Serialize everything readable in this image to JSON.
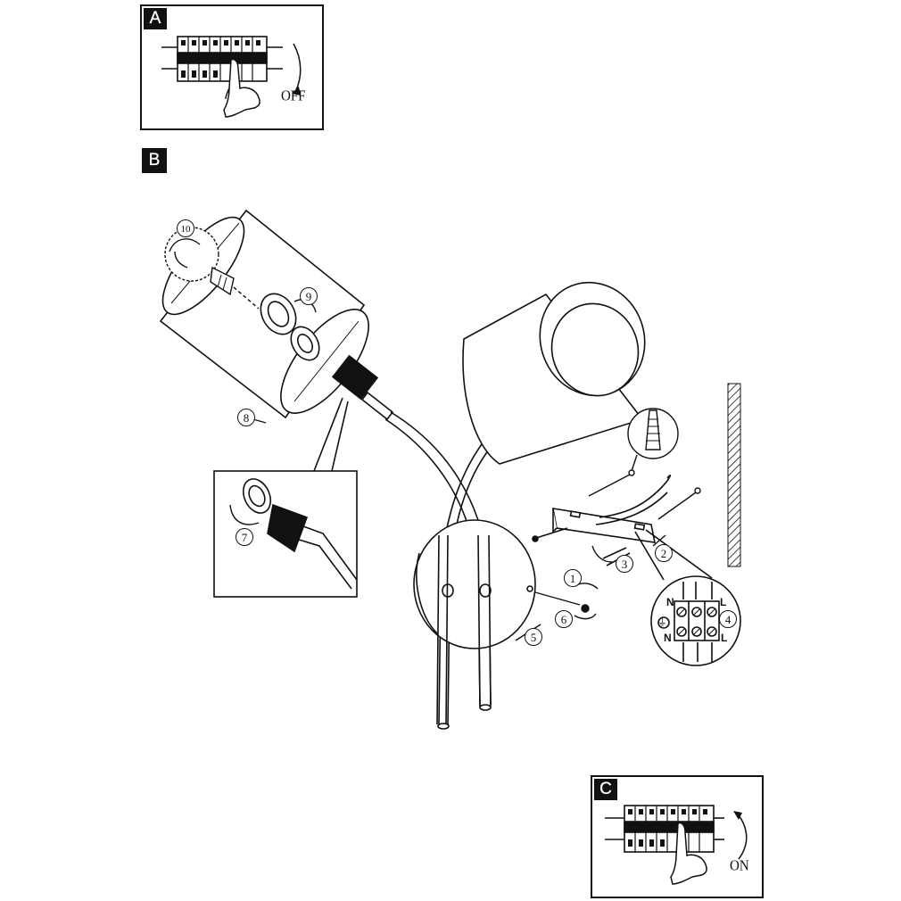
{
  "steps": {
    "a": {
      "tag": "A",
      "switch_label": "OFF"
    },
    "b": {
      "tag": "B"
    },
    "c": {
      "tag": "C",
      "switch_label": "ON"
    }
  },
  "callouts": [
    "1",
    "2",
    "3",
    "4",
    "5",
    "6",
    "7",
    "8",
    "9",
    "10"
  ],
  "terminal_block": {
    "top_labels": [
      "N",
      "L"
    ],
    "bottom_labels": [
      "N",
      "L"
    ],
    "earth_symbol": "⏚"
  },
  "icons": [
    "breaker-switch-icon",
    "hand-icon",
    "rotate-arrow-icon",
    "bulb-icon",
    "lampshade-icon",
    "socket-icon",
    "wall-plug-icon",
    "screw-icon",
    "mounting-bracket-icon",
    "wall-hatch-icon"
  ]
}
